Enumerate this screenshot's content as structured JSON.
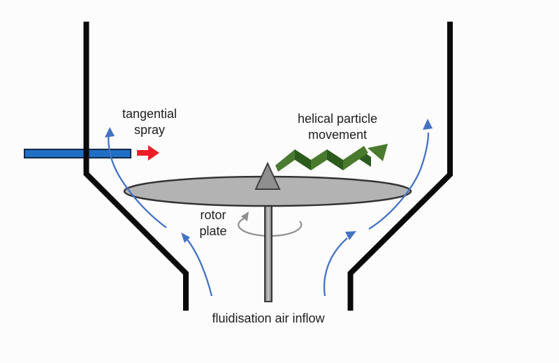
{
  "diagram": {
    "subject": "rotor granulator with tangential spray",
    "labels": {
      "tangential_spray_line1": "tangential",
      "tangential_spray_line2": "spray",
      "helical_line1": "helical particle",
      "helical_line2": "movement",
      "rotor_line1": "rotor",
      "rotor_line2": "plate",
      "fluidisation": "fluidisation air inflow"
    },
    "colors": {
      "vessel_outline": "#0a0a0a",
      "spray_tube_fill": "#1f6fc4",
      "spray_tube_border": "#13294a",
      "spray_arrow_red": "#e81f26",
      "airflow_blue": "#4472c4",
      "plate_fill": "#b3b3b3",
      "plate_border": "#333333",
      "cone_fill": "#8f8f8f",
      "cone_border": "#404040",
      "shaft_border": "#2b2b2b",
      "rotation_arrow_gray": "#8f8f8f",
      "helix_light_green": "#4a7a2e",
      "helix_dark_green": "#2d5a1d",
      "text": "#1d1d1d",
      "background": "#fcfcfc"
    }
  }
}
